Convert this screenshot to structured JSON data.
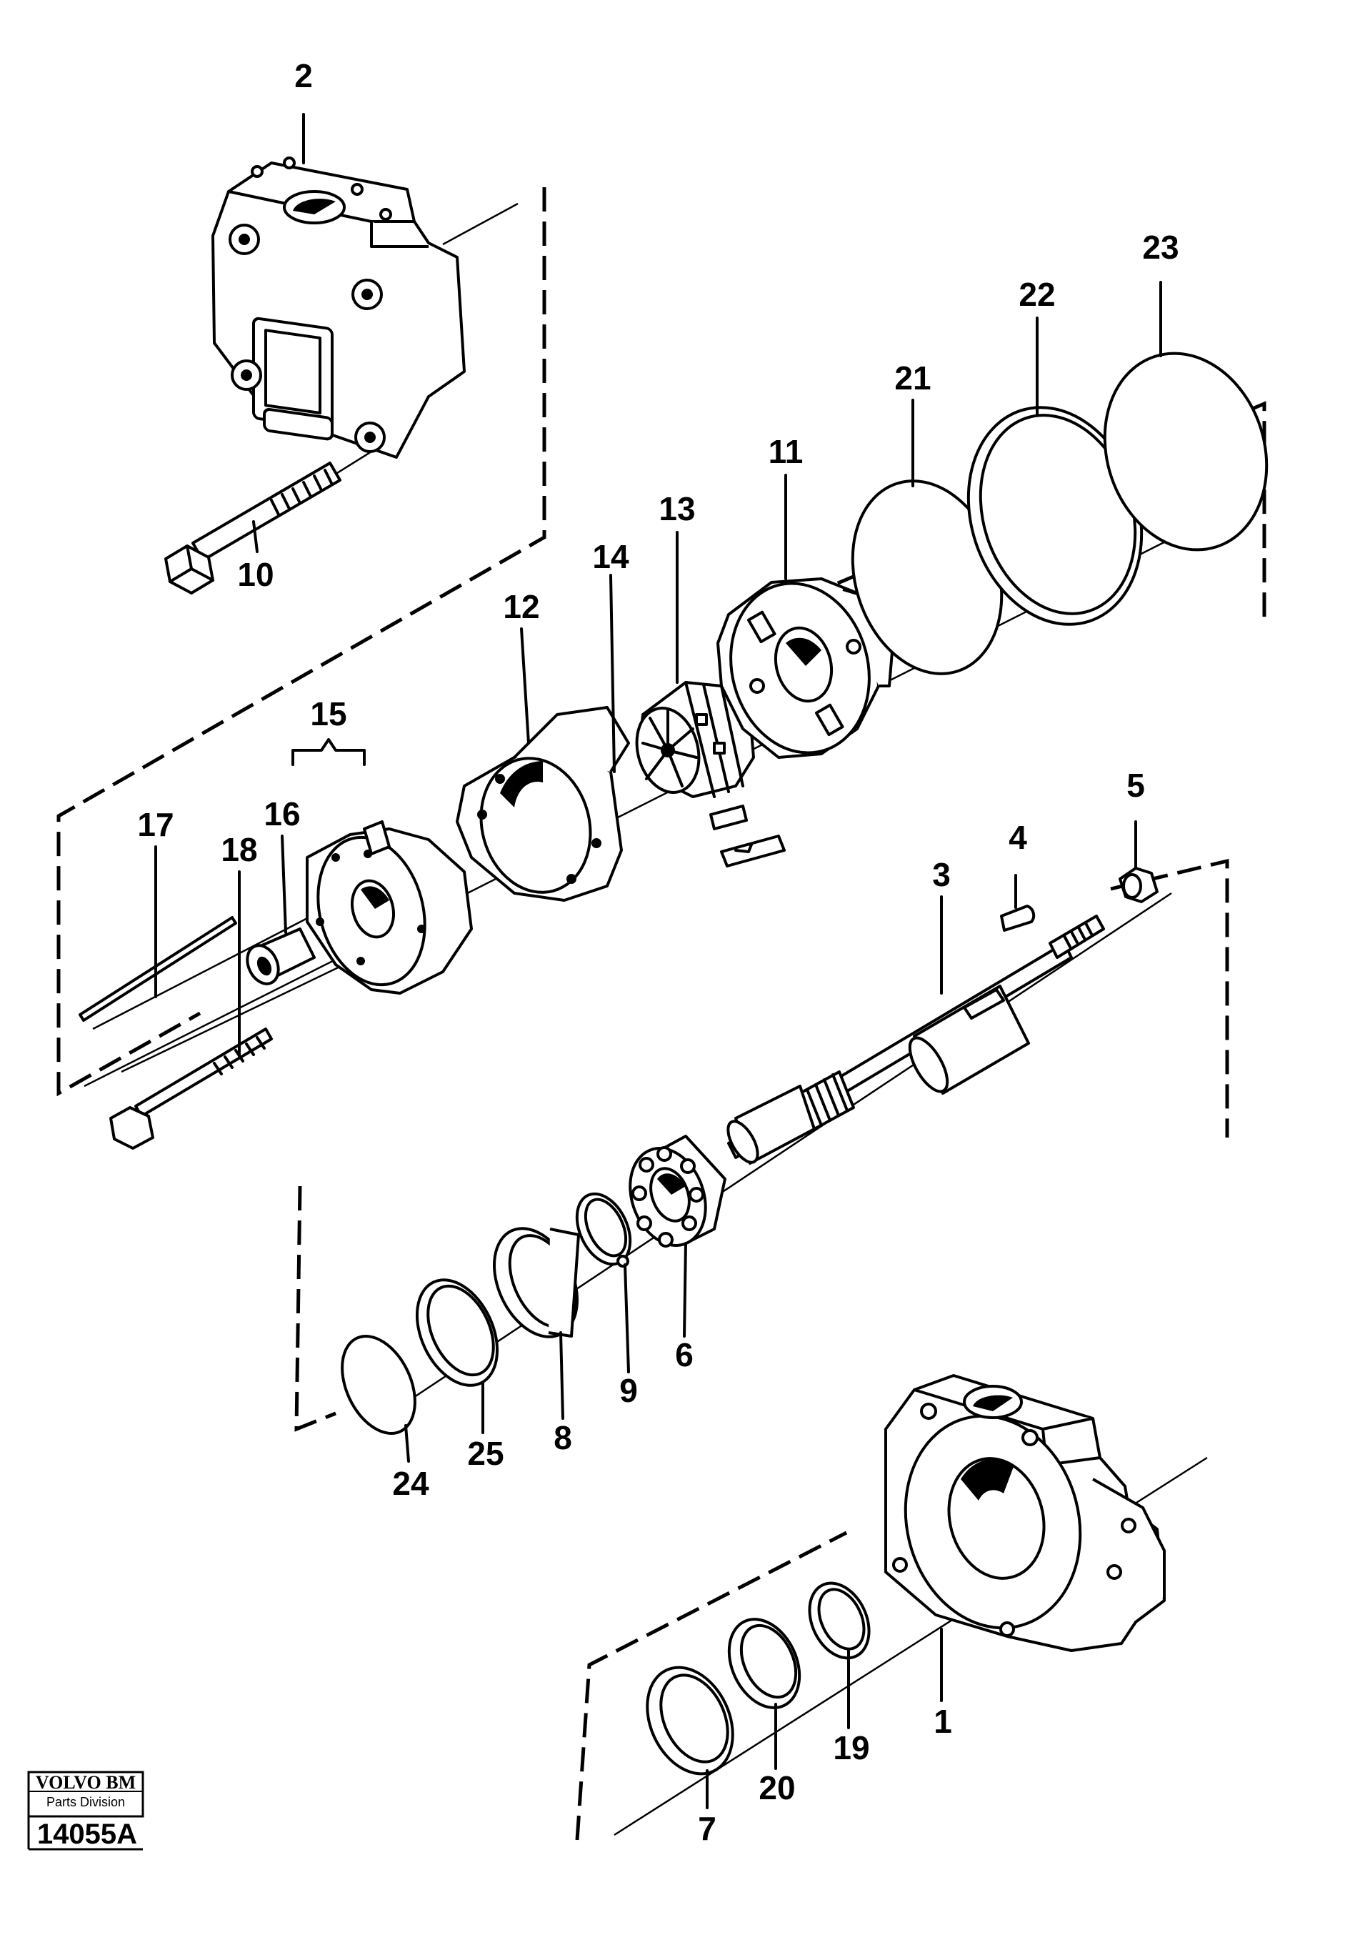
{
  "diagram": {
    "callouts": [
      {
        "id": "1",
        "label": "1"
      },
      {
        "id": "2",
        "label": "2"
      },
      {
        "id": "3",
        "label": "3"
      },
      {
        "id": "4",
        "label": "4"
      },
      {
        "id": "5",
        "label": "5"
      },
      {
        "id": "6",
        "label": "6"
      },
      {
        "id": "7",
        "label": "7"
      },
      {
        "id": "8",
        "label": "8"
      },
      {
        "id": "9",
        "label": "9"
      },
      {
        "id": "10",
        "label": "10"
      },
      {
        "id": "11",
        "label": "11"
      },
      {
        "id": "12",
        "label": "12"
      },
      {
        "id": "13",
        "label": "13"
      },
      {
        "id": "14",
        "label": "14"
      },
      {
        "id": "15",
        "label": "15"
      },
      {
        "id": "16",
        "label": "16"
      },
      {
        "id": "17",
        "label": "17"
      },
      {
        "id": "18",
        "label": "18"
      },
      {
        "id": "19",
        "label": "19"
      },
      {
        "id": "20",
        "label": "20"
      },
      {
        "id": "21",
        "label": "21"
      },
      {
        "id": "22",
        "label": "22"
      },
      {
        "id": "23",
        "label": "23"
      },
      {
        "id": "24",
        "label": "24"
      },
      {
        "id": "25",
        "label": "25"
      }
    ]
  },
  "stamp": {
    "brand": "VOLVO BM",
    "division": "Parts Division",
    "code": "14055A"
  }
}
